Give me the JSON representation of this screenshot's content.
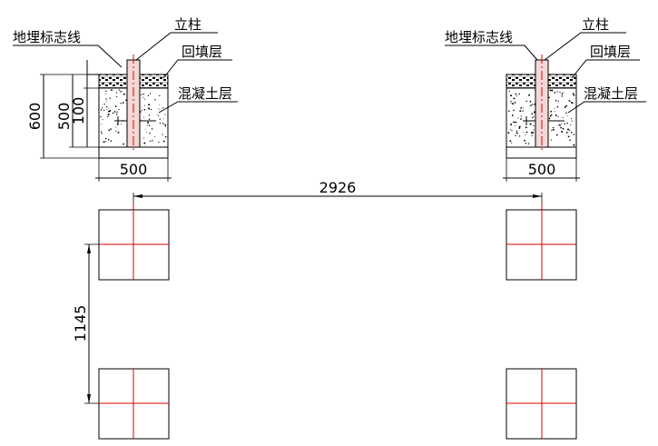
{
  "labels": {
    "marker_line": "地埋标志线",
    "post": "立柱",
    "backfill": "回填层",
    "concrete": "混凝土层"
  },
  "dimensions": {
    "depth_total": "600",
    "depth_concrete": "500",
    "depth_backfill": "100",
    "width_left": "500",
    "width_right": "500",
    "spacing_horizontal": "2926",
    "spacing_vertical": "1145"
  },
  "colors": {
    "line": "#000000",
    "centerline": "#e00000",
    "post_fill": "#f4d8d8"
  }
}
